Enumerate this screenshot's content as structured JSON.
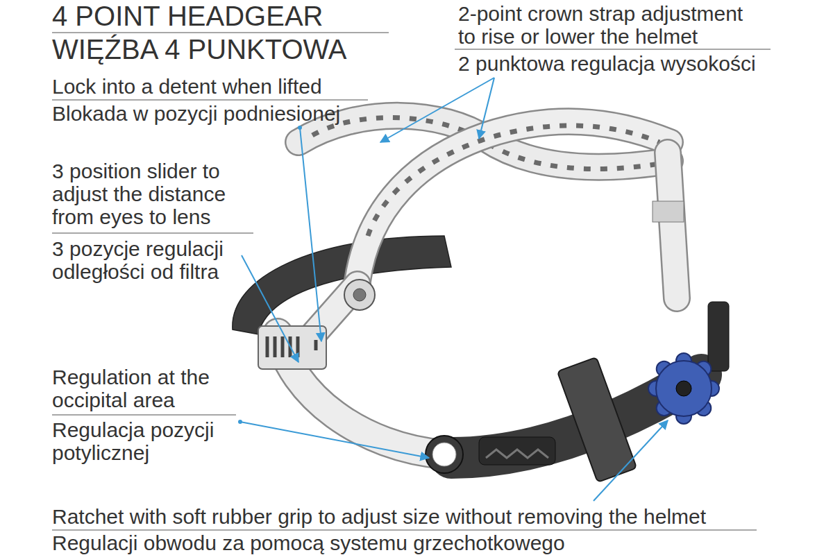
{
  "diagram": {
    "title": "4 POINT HEADGEAR",
    "labels": [
      "WIĘŹBA 4 PUNKTOWA",
      "Lock into a detent when lifted",
      "Blokada w pozycji podniesionej",
      "3 position slider to adjust the distance from eyes to lens",
      "3 pozycje regulacji odległości od filtra",
      "Regulation at the occipital area",
      "Regulacja pozycji potylicznej",
      "2-point crown strap adjustment to rise or lower the helmet",
      "2 punktowa regulacja wysokości",
      "Ratchet with soft rubber grip to adjust size without removing the helmet",
      "Regulacji obwodu za pomocą systemu grzechotkowego"
    ]
  }
}
